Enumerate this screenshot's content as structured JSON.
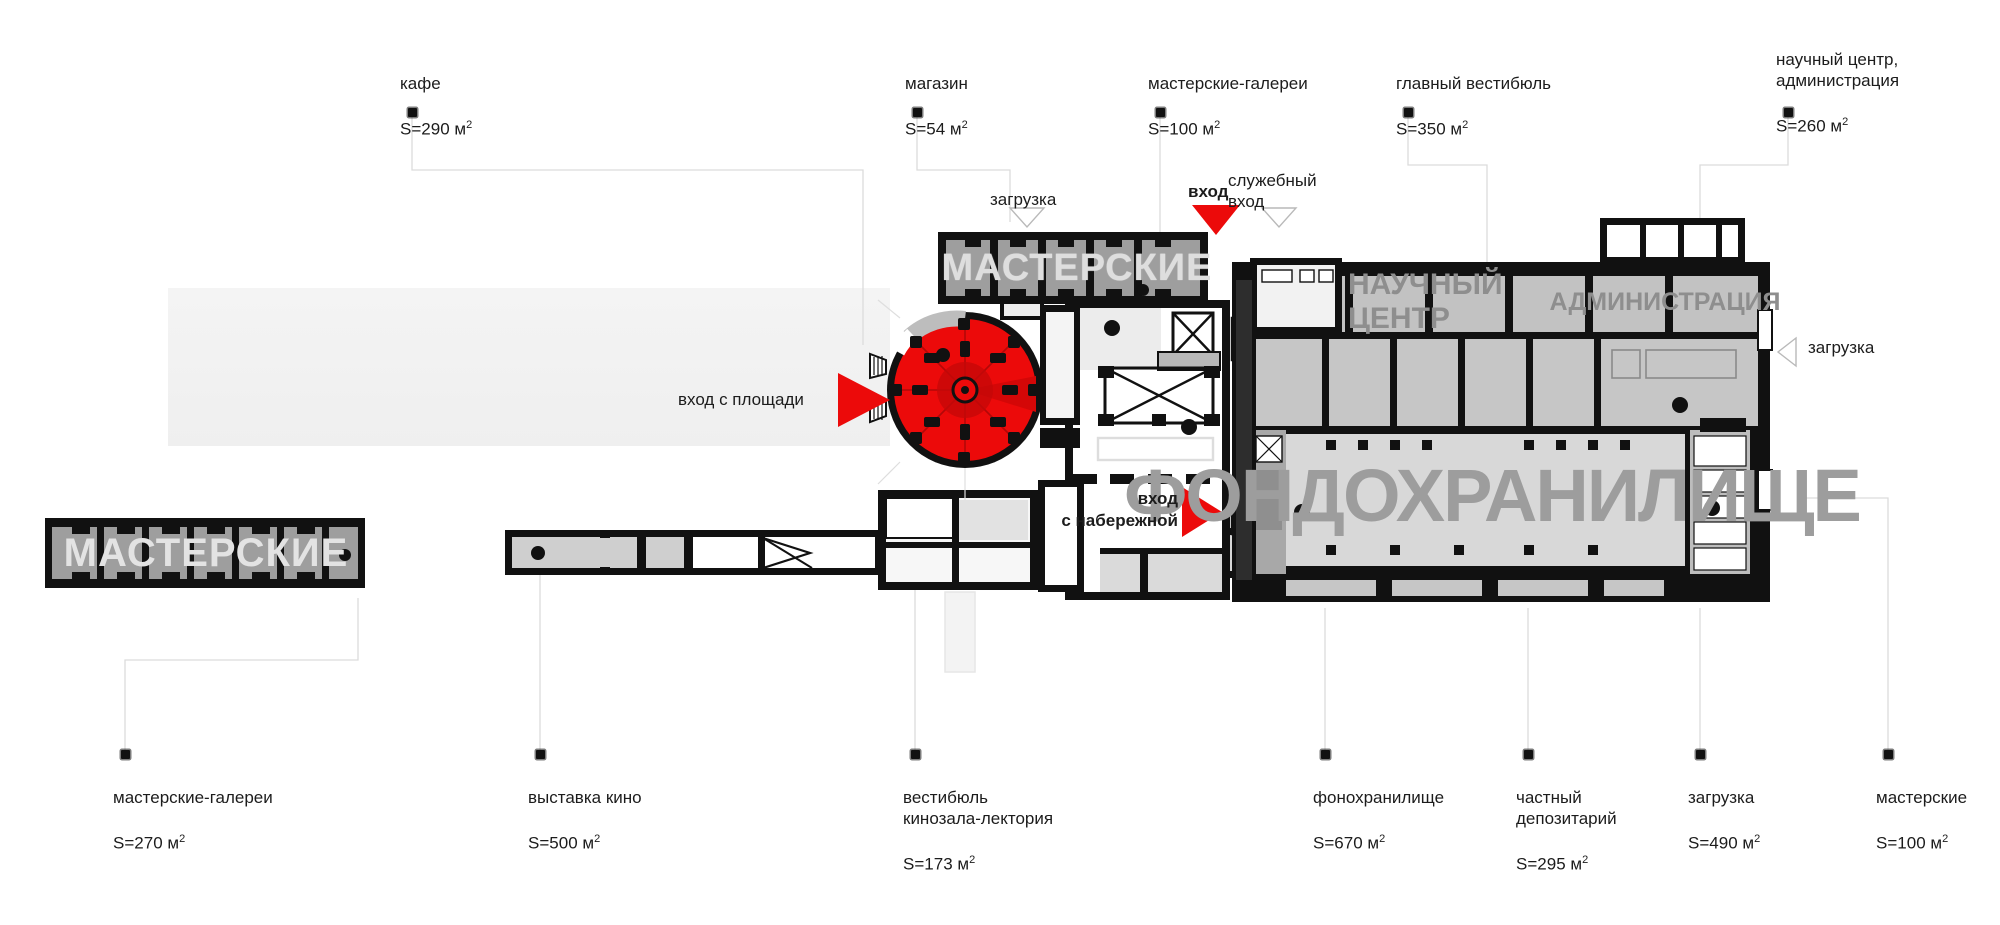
{
  "diagram": {
    "title_overlays": [
      {
        "id": "masterskie-left",
        "text": "МАСТЕРСКИЕ"
      },
      {
        "id": "masterskie-top",
        "text": "МАСТЕРСКИЕ"
      },
      {
        "id": "nauchny-centr",
        "text": "НАУЧНЫЙ ЦЕНТР"
      },
      {
        "id": "administraciya",
        "text": "АДМИНИСТРАЦИЯ"
      },
      {
        "id": "fondohranilishche",
        "text": "ФОНДОХРАНИЛИЩЕ"
      }
    ],
    "colors": {
      "accent_red": "#ec0a0a",
      "wall_black": "#111111",
      "fill_gray": "#c9c9c9",
      "leader_gray": "#d8d8d8",
      "plaza_gray": "#f2f2f2"
    }
  },
  "top_callouts": [
    {
      "id": "cafe",
      "name": "кафе",
      "area": "S=290 м2",
      "area_num": "290"
    },
    {
      "id": "magazin",
      "name": "магазин",
      "area": "S=54 м2",
      "area_num": "54"
    },
    {
      "id": "masterskie-galerei-top",
      "name": "мастерские-галереи",
      "area": "S=100 м2",
      "area_num": "100"
    },
    {
      "id": "glavny-vestibul",
      "name": "главный вестибюль",
      "area": "S=350 м2",
      "area_num": "350"
    },
    {
      "id": "nauchny-centr-admin",
      "name": "научный центр,\nадминистрация",
      "area": "S=260 м2",
      "area_num": "260"
    }
  ],
  "bottom_callouts": [
    {
      "id": "masterskie-galerei-bottom",
      "name": "мастерские-галереи",
      "area": "S=270 м2",
      "area_num": "270"
    },
    {
      "id": "vystavka-kino",
      "name": "выставка кино",
      "area": "S=500 м2",
      "area_num": "500"
    },
    {
      "id": "vestibul-kinozala",
      "name": "вестибюль\nкинозала-лектория",
      "area": "S=173 м2",
      "area_num": "173"
    },
    {
      "id": "fonohranilishche",
      "name": "фонохранилище",
      "area": "S=670 м2",
      "area_num": "670"
    },
    {
      "id": "chastny-depozitariy",
      "name": "частный\nдепозитарий",
      "area": "S=295 м2",
      "area_num": "295"
    },
    {
      "id": "zagruzka-bottom",
      "name": "загрузка",
      "area": "S=490 м2",
      "area_num": "490"
    },
    {
      "id": "masterskie-bottom",
      "name": "мастерские",
      "area": "S=100 м2",
      "area_num": "100"
    }
  ],
  "inline_labels": {
    "zagruzka_top": "загрузка",
    "vhod": "вход",
    "sluzhebny_vhod": "служебный\nвход",
    "vhod_s_ploshchadi": "вход с площади",
    "vhod_s_naberezhnoy": "вход\nс набережной",
    "zagruzka_right": "загрузка"
  },
  "units": {
    "square_meter_symbol": "м",
    "superscript": "2"
  }
}
